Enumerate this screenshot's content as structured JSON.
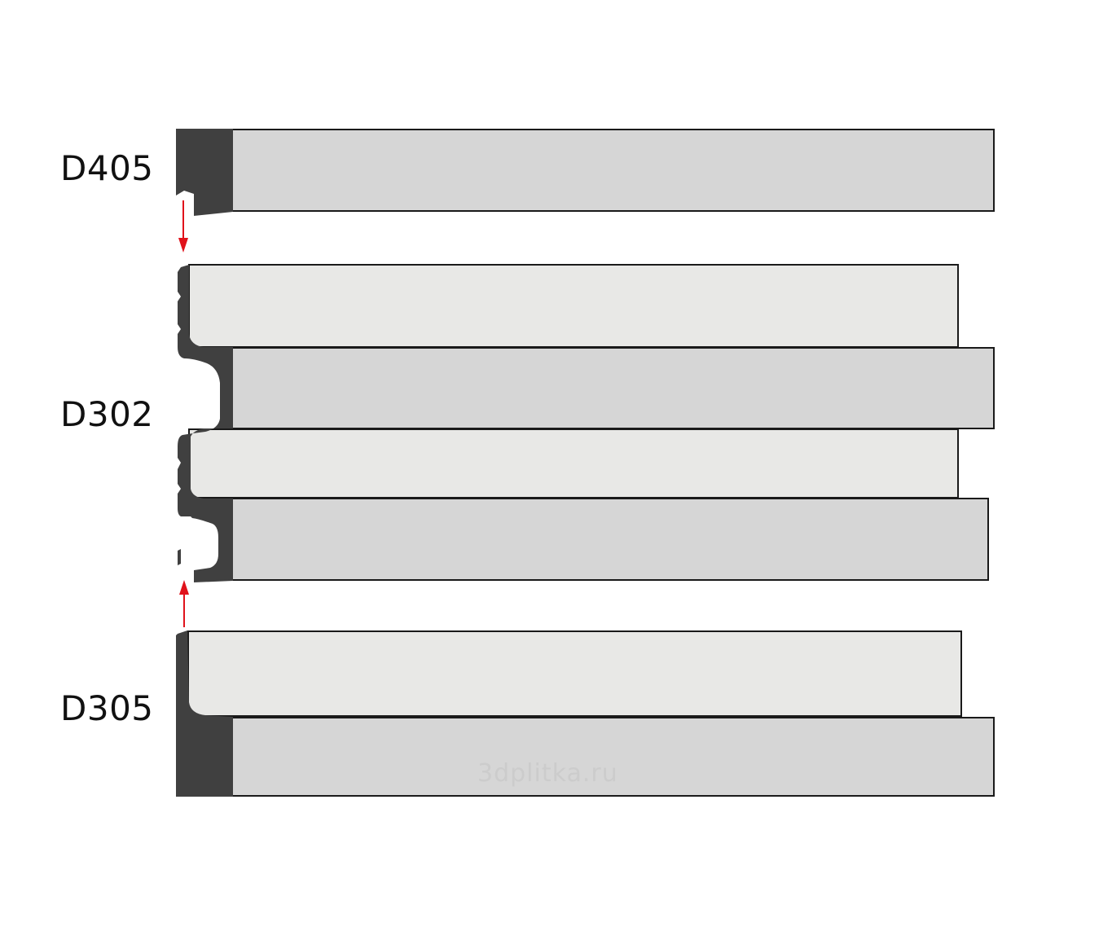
{
  "labels": {
    "d405": "D405",
    "d302": "D302",
    "d305": "D305"
  },
  "watermark": "3dplitka.ru",
  "colors": {
    "profile": "#404040",
    "face_dark": "#d6d6d6",
    "face_light": "#e8e8e6",
    "outline": "#1a1a1a",
    "arrow": "#e0121b"
  }
}
